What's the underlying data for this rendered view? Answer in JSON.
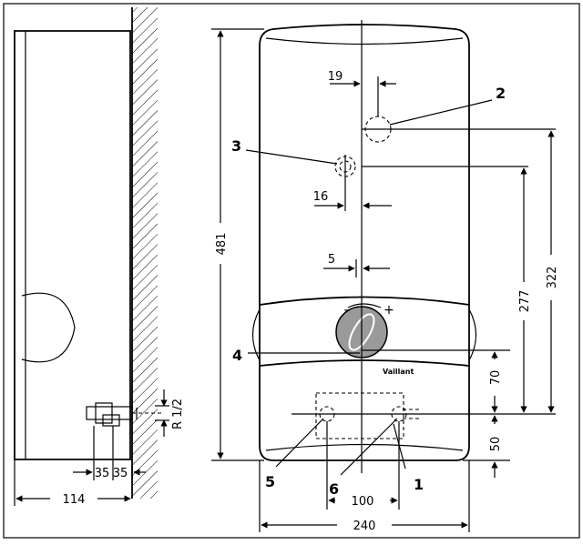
{
  "side_view": {
    "dim_width": "114",
    "dim_left_pipe": "35",
    "dim_right_pipe": "35",
    "thread_label": "R 1/2"
  },
  "front_view": {
    "dim_height": "481",
    "dim_offset_top": "19",
    "dim_offset_mid": "16",
    "dim_offset_small": "5",
    "dim_277": "277",
    "dim_322": "322",
    "dim_70": "70",
    "dim_50": "50",
    "dim_100": "100",
    "dim_240": "240",
    "brand": "Vaillant",
    "knob_minus": "-",
    "knob_plus": "+"
  },
  "callouts": [
    "1",
    "2",
    "3",
    "4",
    "5",
    "6"
  ]
}
